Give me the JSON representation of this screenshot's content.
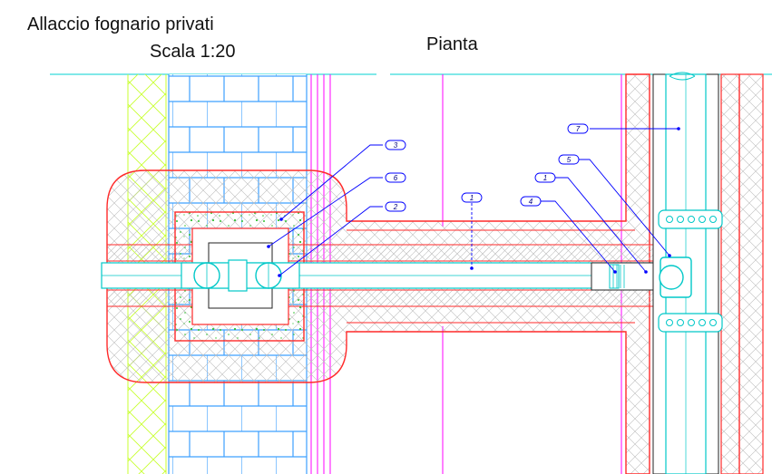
{
  "title": "Allaccio fognario privati",
  "scale": "Scala 1:20",
  "view": "Pianta",
  "callouts": [
    {
      "id": "tag-3",
      "label": "3"
    },
    {
      "id": "tag-6",
      "label": "6"
    },
    {
      "id": "tag-2",
      "label": "2"
    },
    {
      "id": "tag-1a",
      "label": "1"
    },
    {
      "id": "tag-4",
      "label": "4"
    },
    {
      "id": "tag-1b",
      "label": "1"
    },
    {
      "id": "tag-5",
      "label": "5"
    },
    {
      "id": "tag-7",
      "label": "7"
    }
  ],
  "colors": {
    "concrete": "#ff2a2a",
    "pipe": "#00c8c8",
    "brick": "#3ea0ff",
    "gravel": "#d8ff40",
    "leader": "#0000ff",
    "wall": "#ff00ff",
    "hatch": "#b8b8b8"
  }
}
